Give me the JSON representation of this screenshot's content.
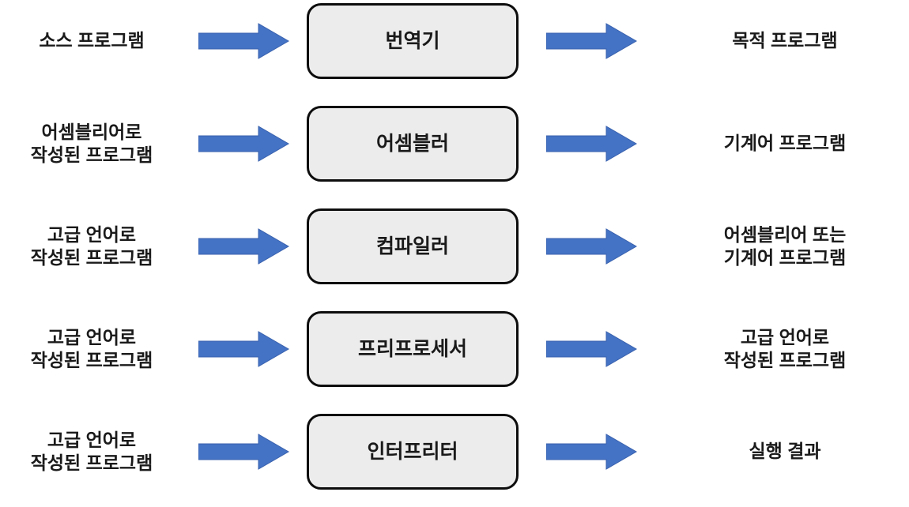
{
  "diagram": {
    "description": "Korean flow diagram of language translators: input program, translator box, output program",
    "colors": {
      "arrow_fill": "#4472C4",
      "arrow_outline": "#3A62AE",
      "box_fill": "#ececec",
      "box_border": "#0d0d0d",
      "text": "#1a1a1a",
      "background": "#ffffff"
    },
    "rows": [
      {
        "input": "소스 프로그램",
        "processor": "번역기",
        "output": "목적 프로그램"
      },
      {
        "input": "어셈블리어로\n작성된 프로그램",
        "processor": "어셈블러",
        "output": "기계어 프로그램"
      },
      {
        "input": "고급 언어로\n작성된 프로그램",
        "processor": "컴파일러",
        "output": "어셈블리어 또는\n기계어 프로그램"
      },
      {
        "input": "고급 언어로\n작성된 프로그램",
        "processor": "프리프로세서",
        "output": "고급 언어로\n작성된 프로그램"
      },
      {
        "input": "고급 언어로\n작성된 프로그램",
        "processor": "인터프리터",
        "output": "실행 결과"
      }
    ]
  }
}
